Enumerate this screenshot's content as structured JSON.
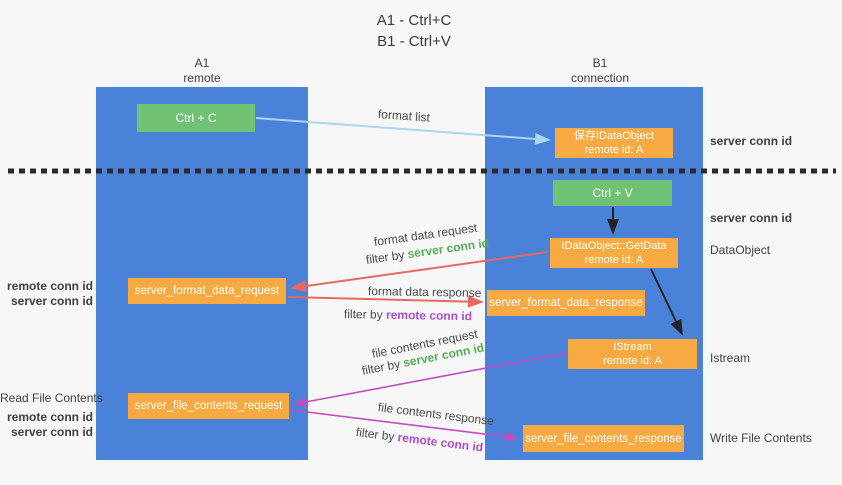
{
  "title": {
    "line1": "A1 - Ctrl+C",
    "line2": "B1 - Ctrl+V"
  },
  "lifelines": {
    "a1": {
      "name": "A1",
      "role": "remote"
    },
    "b1": {
      "name": "B1",
      "role": "connection"
    }
  },
  "nodes": {
    "ctrl_c": {
      "label": "Ctrl + C"
    },
    "ctrl_v": {
      "label": "Ctrl + V"
    },
    "save_dataobject": {
      "line1": "保存IDataObject",
      "line2": "remote id: A"
    },
    "getdata": {
      "line1": "IDataObject::GetData",
      "line2": "remote id: A"
    },
    "istream": {
      "line1": "IStream",
      "line2": "remote id: A"
    },
    "server_format_data_request": {
      "label": "server_format_data_request"
    },
    "server_format_data_response": {
      "label": "server_format_data_response"
    },
    "server_file_contents_request": {
      "label": "server_file_contents_request"
    },
    "server_file_contents_response": {
      "label": "server_file_contents_response"
    }
  },
  "arrows": {
    "format_list": {
      "label": "format list"
    },
    "format_data_request": {
      "label": "format data request",
      "filter_prefix": "filter by ",
      "filter_key": "server conn id"
    },
    "format_data_response": {
      "label": "format data response",
      "filter_prefix": "filter by ",
      "filter_key": "remote conn id"
    },
    "file_contents_request": {
      "label": "file contents request",
      "filter_prefix": "filter by ",
      "filter_key": "server conn id"
    },
    "file_contents_response": {
      "label": "file contents response",
      "filter_prefix": "filter by ",
      "filter_key": "remote conn id"
    }
  },
  "side_labels": {
    "right": {
      "server_conn_id_top": "server conn id",
      "server_conn_id_mid": "server conn id",
      "dataobject": "DataObject",
      "istream": "Istream",
      "write_file_contents": "Write File Contents"
    },
    "left": {
      "remote_conn_id_top": "remote conn id",
      "server_conn_id_top": "server conn id",
      "read_file_contents": "Read File Contents",
      "remote_conn_id_bottom": "remote conn id",
      "server_conn_id_bottom": "server conn id"
    }
  },
  "colors": {
    "lifeline_blue": "#4a81d9",
    "node_green": "#71c175",
    "node_orange": "#f7a942",
    "conn_id_green": "#53ae57",
    "conn_id_purple": "#ab4ecb",
    "arrow_red": "#e8695f",
    "arrow_magenta": "#c24cc0",
    "arrow_light_blue": "#a9d6f1",
    "arrow_black": "#222222"
  }
}
